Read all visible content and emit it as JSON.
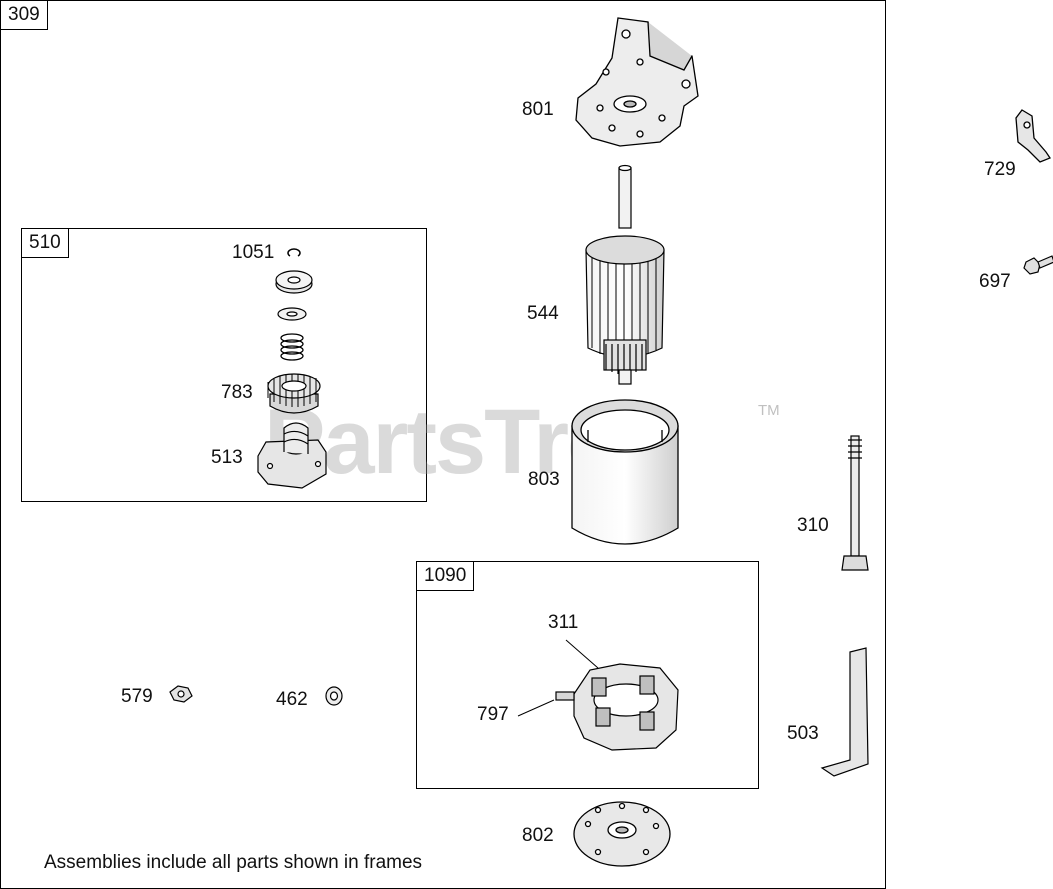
{
  "main_frame": {
    "callout": "309"
  },
  "frames": [
    {
      "id": "frame-510",
      "callout": "510"
    },
    {
      "id": "frame-1090",
      "callout": "1090"
    }
  ],
  "callouts": {
    "p801": "801",
    "p729": "729",
    "p697": "697",
    "p1051": "1051",
    "p544": "544",
    "p783": "783",
    "p513": "513",
    "p803": "803",
    "p310": "310",
    "p311": "311",
    "p579": "579",
    "p462": "462",
    "p797": "797",
    "p503": "503",
    "p802": "802"
  },
  "footnote": "Assemblies include all parts shown in frames",
  "watermark": {
    "text": "PartsTree",
    "trademark": "TM"
  },
  "colors": {
    "line": "#000000",
    "part_fill": "#e9e9e9",
    "part_shade": "#c8c8c8",
    "watermark": "#969696"
  }
}
